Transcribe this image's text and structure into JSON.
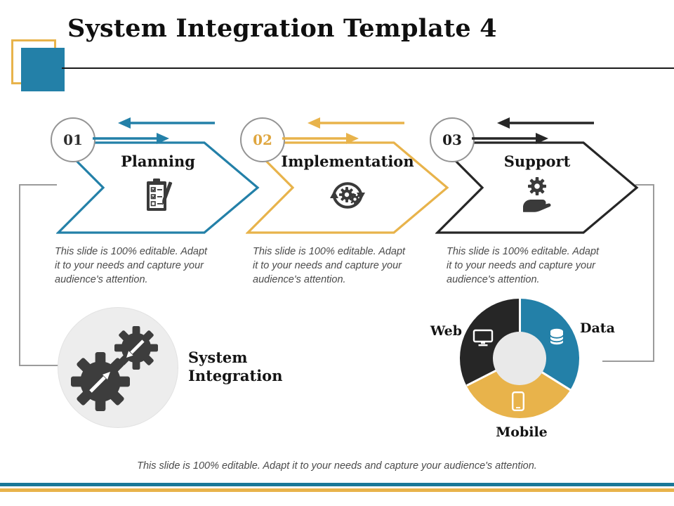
{
  "slide": {
    "title": "System Integration Template 4",
    "footer_note": "This slide is 100% editable. Adapt it to your needs and capture your audience's attention."
  },
  "steps": [
    {
      "number": "01",
      "label": "Planning",
      "icon": "clipboard-checklist-icon",
      "color": "#2380A8",
      "description": "This slide is 100% editable. Adapt it to your needs and capture your audience's attention."
    },
    {
      "number": "02",
      "label": "Implementation",
      "icon": "sync-gears-icon",
      "color": "#E8B34B",
      "description": "This slide is 100% editable. Adapt it to your needs and capture your audience's attention."
    },
    {
      "number": "03",
      "label": "Support",
      "icon": "hand-gear-icon",
      "color": "#262626",
      "description": "This slide is 100% editable. Adapt it to your needs and capture your audience's attention."
    }
  ],
  "hub": {
    "label": "System Integration",
    "icon": "double-gears-icon"
  },
  "donut": {
    "segments": [
      {
        "label": "Web",
        "color": "#262626",
        "icon": "monitor-icon"
      },
      {
        "label": "Data",
        "color": "#2380A8",
        "icon": "database-icon"
      },
      {
        "label": "Mobile",
        "color": "#E8B34B",
        "icon": "smartphone-icon"
      }
    ]
  },
  "colors": {
    "blue": "#2380A8",
    "gold": "#E8B34B",
    "dark": "#262626",
    "teal_bar": "#1A7898",
    "text_gray": "#4B4B4B"
  }
}
